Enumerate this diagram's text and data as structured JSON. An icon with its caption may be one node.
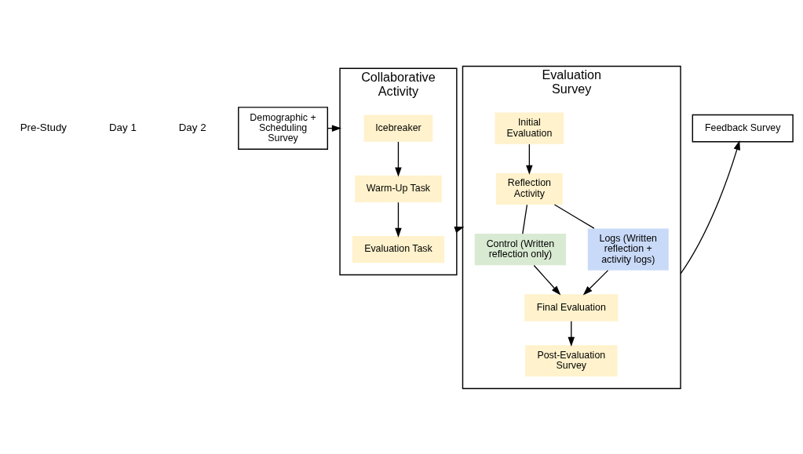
{
  "diagram": {
    "nodes": [
      {
        "text": [
          "Demographic + Scheduling Survey"
        ]
      },
      {
        "text": [
          "Collaborative Activity"
        ]
      },
      {
        "text": [
          "Icebreaker"
        ],
        "in": 1
      },
      {
        "text": [
          "Warm-Up Task"
        ],
        "in": 1
      },
      {
        "text": [
          "Evaluation Task"
        ],
        "in": 1
      },
      {
        "text": [
          "Evaluation Survey"
        ]
      },
      {
        "text": [
          "Initial Evaluation"
        ],
        "in": 5
      },
      {
        "text": [
          "Reflection Activity"
        ],
        "in": 5
      },
      {
        "text": [
          "Control (Written reflection only)"
        ],
        "in": 5
      },
      {
        "text": [
          "Logs (Written reflection + activity logs)"
        ],
        "in": 5
      },
      {
        "text": [
          "Final Evaluation"
        ],
        "in": 5
      },
      {
        "text": [
          "Post-Evaluation Survey"
        ],
        "in": 5
      },
      {
        "text": [
          "Feedback Survey"
        ]
      }
    ],
    "edges": [
      {
        "from": 0,
        "to": 1,
        "arrow": "to"
      },
      {
        "from": 2,
        "to": 3,
        "arrow": "to"
      },
      {
        "from": 3,
        "to": 4,
        "arrow": "to"
      },
      {
        "from": 1,
        "to": 5,
        "arrow": "to"
      },
      {
        "from": 6,
        "to": 7,
        "arrow": "to"
      },
      {
        "from": 7,
        "to": 8,
        "arrow": "none"
      },
      {
        "from": 7,
        "to": 9,
        "arrow": "none"
      },
      {
        "from": 8,
        "to": 10,
        "arrow": "to"
      },
      {
        "from": 9,
        "to": 10,
        "arrow": "to"
      },
      {
        "from": 10,
        "to": 11,
        "arrow": "to"
      },
      {
        "from": 5,
        "to": 12,
        "arrow": "to"
      }
    ],
    "labels": [
      "Pre-Study",
      "Day 1",
      "Day 2"
    ]
  }
}
